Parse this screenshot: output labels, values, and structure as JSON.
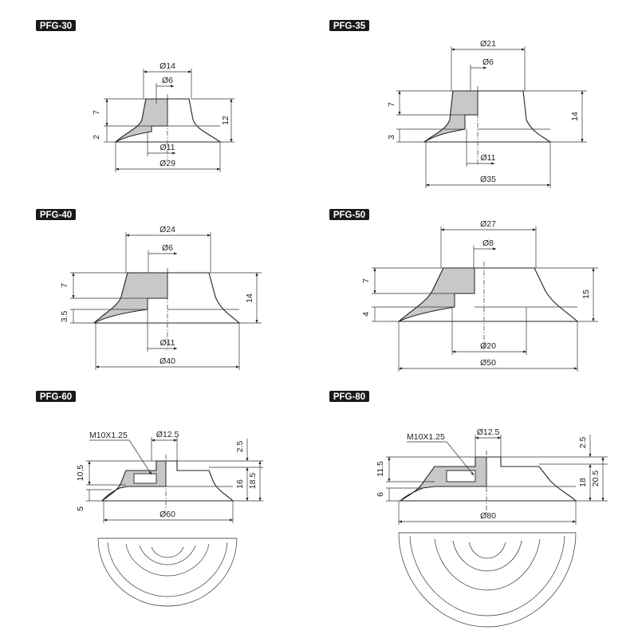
{
  "models": [
    {
      "name": "PFG-30",
      "dims": {
        "top_dia": "Ø14",
        "port_dia": "Ø6",
        "inner_dia": "Ø11",
        "outer_dia": "Ø29",
        "h_upper": "7",
        "h_lower": "2",
        "h_total": "12"
      }
    },
    {
      "name": "PFG-35",
      "dims": {
        "top_dia": "Ø21",
        "port_dia": "Ø6",
        "inner_dia": "Ø11",
        "outer_dia": "Ø35",
        "h_upper": "7",
        "h_lower": "3",
        "h_total": "14"
      }
    },
    {
      "name": "PFG-40",
      "dims": {
        "top_dia": "Ø24",
        "port_dia": "Ø6",
        "inner_dia": "Ø11",
        "outer_dia": "Ø40",
        "h_upper": "7",
        "h_lower": "3.5",
        "h_total": "14"
      }
    },
    {
      "name": "PFG-50",
      "dims": {
        "top_dia": "Ø27",
        "port_dia": "Ø8",
        "inner_dia": "Ø20",
        "outer_dia": "Ø50",
        "h_upper": "7",
        "h_lower": "4",
        "h_total": "15"
      }
    },
    {
      "name": "PFG-60",
      "dims": {
        "thread": "M10X1.25",
        "port_dia": "Ø12.5",
        "outer_dia": "Ø60",
        "h_top": "2.5",
        "h_upper": "10.5",
        "h_lower": "5",
        "h_body": "16",
        "h_total": "18.5"
      }
    },
    {
      "name": "PFG-80",
      "dims": {
        "thread": "M10X1.25",
        "port_dia": "Ø12.5",
        "outer_dia": "Ø80",
        "h_top": "2.5",
        "h_upper": "11.5",
        "h_lower": "6",
        "h_body": "18",
        "h_total": "20.5"
      }
    }
  ],
  "colors": {
    "section_fill": "#c8c8c8",
    "line": "#222222",
    "badge": "#1a1a1a"
  }
}
